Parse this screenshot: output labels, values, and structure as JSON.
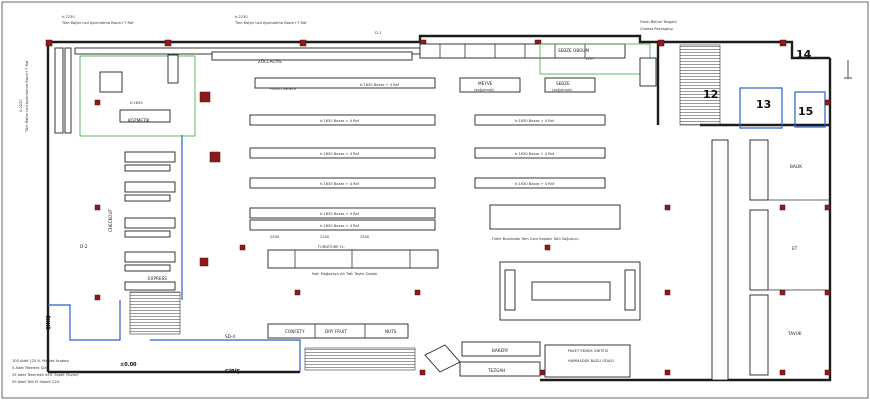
{
  "header_labels": {
    "h_left": "h:2230",
    "led_left": "Tüm Rafjar Led Aydınlatma Bazın+7 Raf",
    "h_center": "h:2230",
    "led_center": "Tüm Rafjar Led Aydınlatma Bazın+7 Raf",
    "d1": "D-1",
    "h_vertical": "h:2230",
    "led_vertical": "Tüm Rafjar Led Aydınlatma Bazın+7 Raf"
  },
  "zones": {
    "cosmetic": "KOZMETİK",
    "h1630": "h:1630",
    "zuccachi": "ZÜCCACİYE",
    "meyve": "MEYVE",
    "meyve_sub": "(soğutmalı)",
    "sebze": "SEBZE",
    "sebze_sub": "(soğutmalı)",
    "sebze_oboum": "SEBZE OBOUM",
    "sebze_oboum_num": "5997",
    "checkout": "CHECKOUT",
    "express": "EXPRESS",
    "d2": "D-2",
    "d4": "SD-4",
    "gate": "GİRİŞ",
    "exit_left": "ÇIKIŞ",
    "level": "±0.00",
    "confety": "CONFETY",
    "dry_fruit": "DRY FRUIT",
    "nuts": "NUTS",
    "bakery": "BAKERY",
    "tezgah": "TEZGAH",
    "paket": "PAKET EKMEK ÜNİTESİ",
    "hammaddeler": "HAMMADDE BAZLI ODASI",
    "balik": "BALIK",
    "et": "ET",
    "tavuk": "TAVUK",
    "furniture": "FURNİTÜRE FL.",
    "frozen_note": "Frozen Sadece",
    "dim_2500": "2500",
    "dim_2200": "2200"
  },
  "aisle_notes": {
    "row1": "h:1630 Bazza + 4 Raf",
    "row2": "h:1630 Bazza + 4 Raf",
    "row3": "h:1630 Bazza + 4 Raf",
    "row4": "h:1630 Bazza + 4 Raf",
    "row5": "h:1630 Bazza + 4 Raf",
    "row6": "h:1630 Bazza + 4 Raf",
    "right1": "h:1630 Bazza + 4 Raf",
    "right2": "h:1630 Bazza + 4 Raf",
    "right3": "h:1630 Bazza + 4 Raf",
    "red_note1": "Frekli Buzdolabı Tam Cam Kapaklı Tatlı Soğutucu",
    "red_note2": "Not: Mağazaya Ait Tatlı Teşhir Dolabı"
  },
  "rooms": {
    "r12": "12",
    "r13": "13",
    "r14": "14",
    "r15": "15"
  },
  "legend": [
    "100 Adet 125 lt. Market Arabası",
    "5 Adet Tekerlek Çizi",
    "25 Adet Tekerlekli 45lt. Sepet (Sıvan)",
    "50 Adet Telli El Sepeti 22lt."
  ],
  "top_right_labels": {
    "line1": "Fresh Bölüm Tezgahı",
    "line2": "Cheese Packaging"
  }
}
